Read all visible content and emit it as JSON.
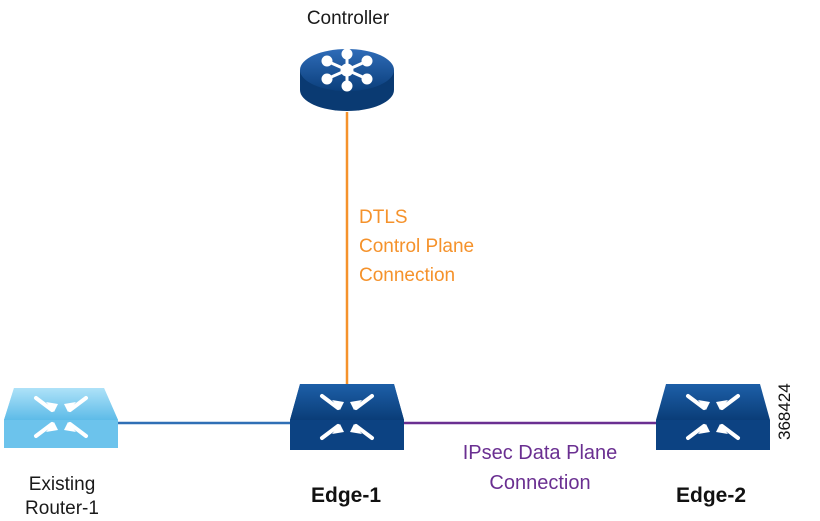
{
  "diagram": {
    "nodes": {
      "controller": {
        "label": "Controller",
        "icon": "controller-router-icon"
      },
      "edge1": {
        "label": "Edge-1",
        "icon": "edge-router-icon"
      },
      "edge2": {
        "label": "Edge-2",
        "icon": "edge-router-icon"
      },
      "existing_router": {
        "label_line1": "Existing",
        "label_line2": "Router-1",
        "icon": "existing-router-icon"
      }
    },
    "links": {
      "control_plane": {
        "line1": "DTLS",
        "line2": "Control Plane",
        "line3": "Connection",
        "color": "#f5922b"
      },
      "data_plane": {
        "line1": "IPsec Data Plane",
        "line2": "Connection",
        "color": "#6a2f91"
      },
      "existing_link": {
        "color": "#2f6fb5"
      }
    },
    "figure_id": "368424"
  },
  "colors": {
    "router_dark": "#0d4a8f",
    "router_light": "#6ec6ee",
    "background": "#ffffff"
  }
}
